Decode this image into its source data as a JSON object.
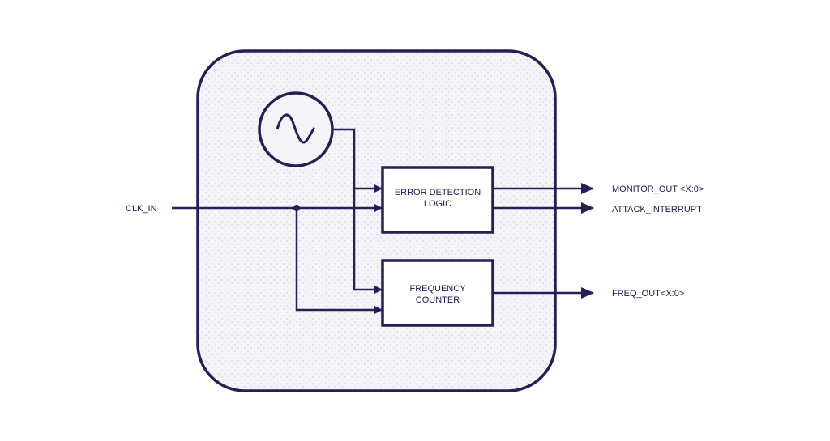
{
  "colors": {
    "stroke": "#241f55",
    "container_fill": "#f4f4f8",
    "dot_pattern": "#e0e0e8",
    "background": "#ffffff"
  },
  "inputs": {
    "clk_in": "CLK_IN"
  },
  "blocks": {
    "oscillator_icon": "sine-wave-icon",
    "error_detection": {
      "line1": "ERROR DETECTION",
      "line2": "LOGIC"
    },
    "frequency_counter": {
      "line1": "FREQUENCY",
      "line2": "COUNTER"
    }
  },
  "outputs": {
    "monitor_out": "MONITOR_OUT <X:0>",
    "attack_interrupt": "ATTACK_INTERRUPT",
    "freq_out": "FREQ_OUT<X:0>"
  }
}
